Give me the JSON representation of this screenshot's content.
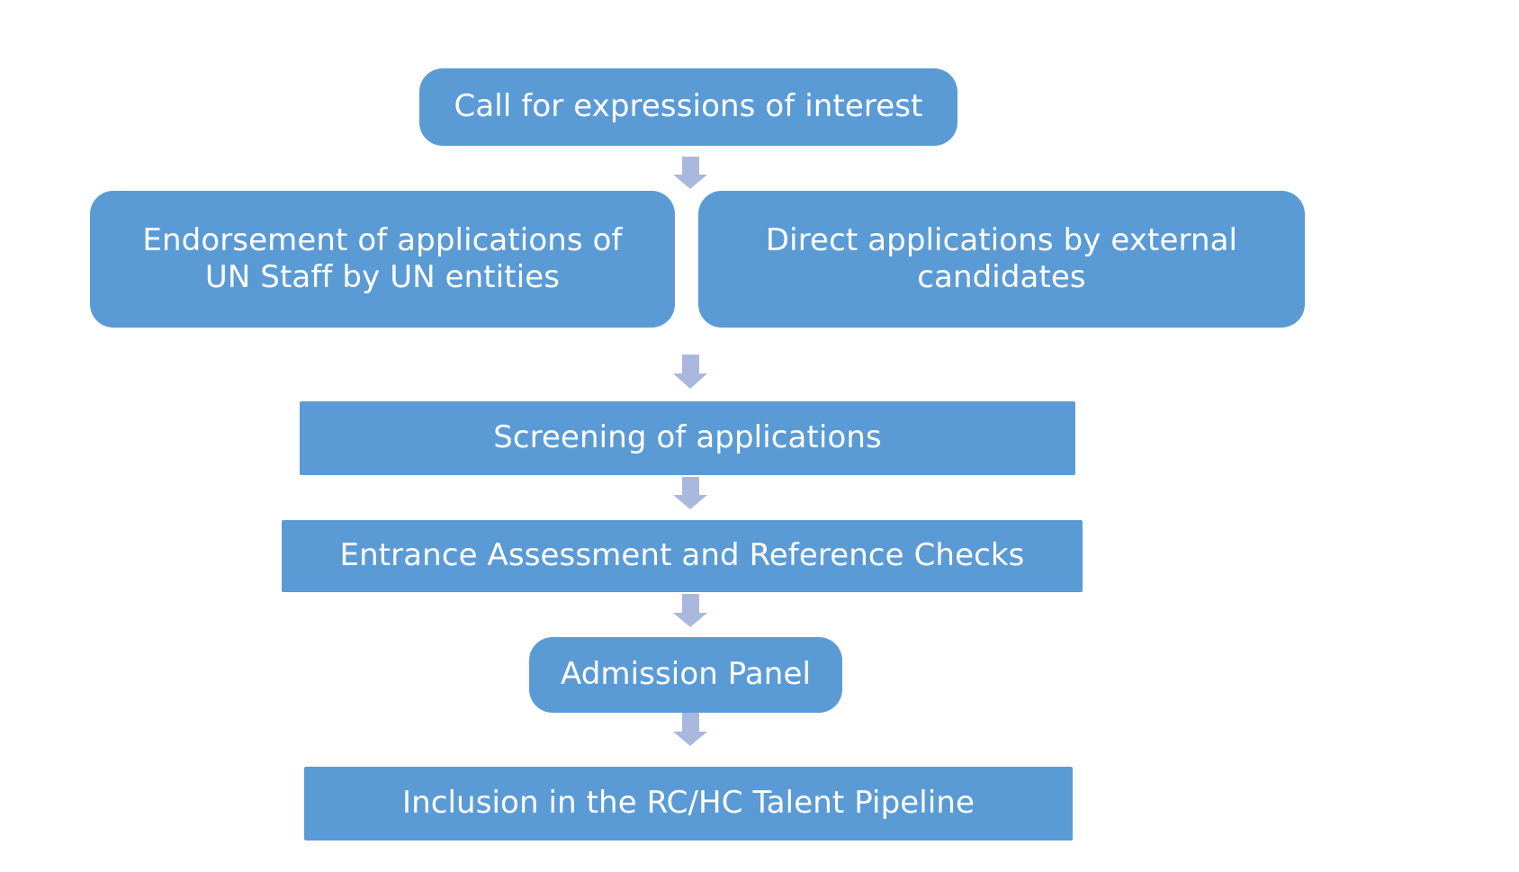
{
  "diagram": {
    "title": "RC/HC talent pipeline selection process flowchart",
    "colors": {
      "node_fill": "#5B9BD5",
      "node_text": "#FFFFFF",
      "arrow_fill": "#A9B8DC",
      "background": "#FFFFFF"
    },
    "nodes": [
      {
        "id": "call",
        "label": "Call for expressions of interest",
        "shape": "rounded-rectangle",
        "step": 1
      },
      {
        "id": "endorse",
        "label": "Endorsement of applications of UN Staff by UN entities",
        "line1": "Endorsement of applications of",
        "line2": "UN Staff by UN entities",
        "shape": "rounded-rectangle",
        "step": 2
      },
      {
        "id": "direct",
        "label": "Direct applications by external candidates",
        "line1": "Direct applications by external",
        "line2": "candidates",
        "shape": "rounded-rectangle",
        "step": 2
      },
      {
        "id": "screening",
        "label": "Screening of applications",
        "shape": "rectangle",
        "step": 3
      },
      {
        "id": "entrance",
        "label": "Entrance Assessment and Reference Checks",
        "shape": "rectangle",
        "step": 4
      },
      {
        "id": "admission",
        "label": "Admission Panel",
        "shape": "rounded-rectangle",
        "step": 5
      },
      {
        "id": "inclusion",
        "label": "Inclusion in the RC/HC Talent Pipeline",
        "shape": "rectangle",
        "step": 6
      }
    ],
    "connectors": [
      {
        "id": "arrow-1",
        "from": "call",
        "to": "endorse",
        "icon": "arrow-down-icon"
      },
      {
        "id": "arrow-2",
        "from": "endorse",
        "to": "screening",
        "icon": "arrow-down-icon"
      },
      {
        "id": "arrow-3",
        "from": "screening",
        "to": "entrance",
        "icon": "arrow-down-icon"
      },
      {
        "id": "arrow-4",
        "from": "entrance",
        "to": "admission",
        "icon": "arrow-down-icon"
      },
      {
        "id": "arrow-5",
        "from": "admission",
        "to": "inclusion",
        "icon": "arrow-down-icon"
      }
    ]
  }
}
